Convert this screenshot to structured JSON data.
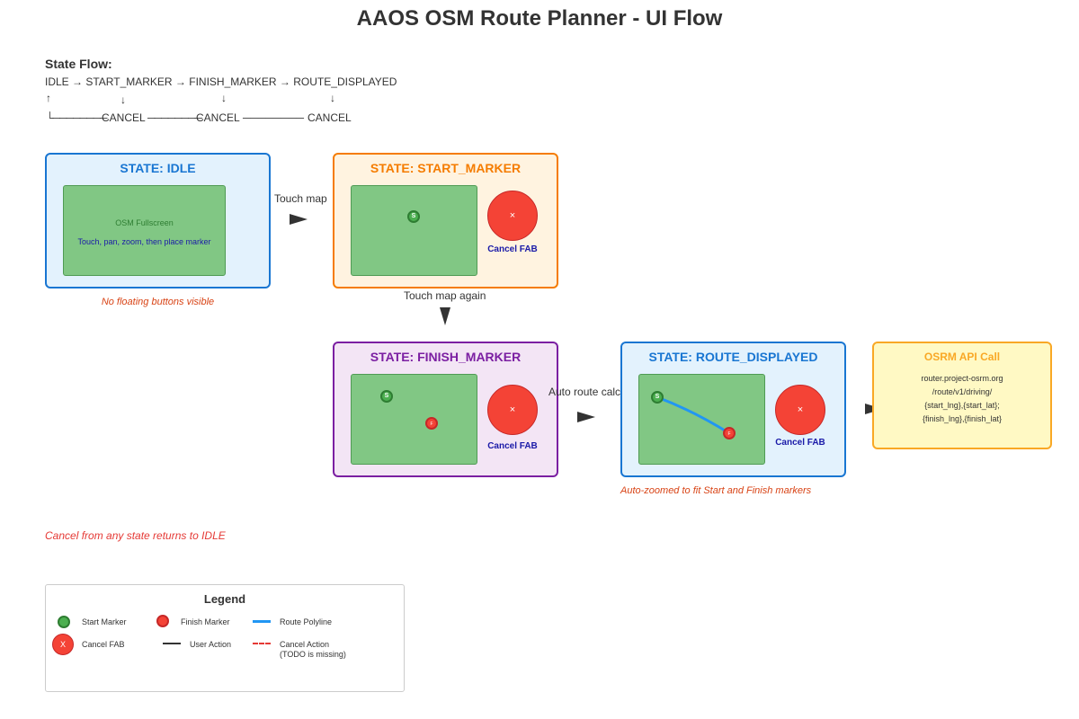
{
  "title": "AAOS OSM Route Planner - UI Flow",
  "state_flow": {
    "heading": "State Flow:",
    "sequence": "IDLE → START_MARKER → FINISH_MARKER → ROUTE_DISPLAYED",
    "up_arrow": "↑",
    "down_arrow": "↓",
    "cancel_row_prefix": "└────────",
    "cancel_label": "CANCEL",
    "cancel_sep_1": "────────",
    "cancel_sep_2": "────────"
  },
  "states": {
    "idle": {
      "title": "STATE: IDLE",
      "map_label": "OSM Fullscreen",
      "map_hint": "Touch, pan, zoom, then place marker",
      "note": "No floating buttons visible"
    },
    "start_marker": {
      "title": "STATE: START_MARKER",
      "marker_s": "S",
      "fab_symbol": "×",
      "fab_label": "Cancel FAB"
    },
    "finish_marker": {
      "title": "STATE: FINISH_MARKER",
      "marker_s": "S",
      "marker_f": "F",
      "fab_symbol": "×",
      "fab_label": "Cancel FAB"
    },
    "route_displayed": {
      "title": "STATE: ROUTE_DISPLAYED",
      "marker_s": "S",
      "marker_f": "F",
      "fab_symbol": "×",
      "fab_label": "Cancel FAB",
      "note": "Auto-zoomed to fit Start and Finish markers"
    }
  },
  "osrm": {
    "title": "OSRM API Call",
    "lines": [
      "router.project-osrm.org",
      "/route/v1/driving/",
      "{start_lng},{start_lat};",
      "{finish_lng},{finish_lat}"
    ]
  },
  "transitions": {
    "touch_map": "Touch map",
    "touch_map_again": "Touch map again",
    "auto_route": "Auto route calc"
  },
  "cancel_note": "Cancel from any state returns to IDLE",
  "legend": {
    "title": "Legend",
    "start_marker": "Start Marker",
    "finish_marker": "Finish Marker",
    "route_polyline": "Route Polyline",
    "cancel_fab": "Cancel FAB",
    "cancel_fab_symbol": "X",
    "user_action": "User Action",
    "cancel_action": "Cancel Action",
    "cancel_action_sub": "(TODO is missing)"
  },
  "colors": {
    "idle": "#1976d2",
    "start_marker": "#f57c00",
    "finish_marker": "#7b1fa2",
    "route_displayed": "#1976d2",
    "osrm": "#f9a825",
    "map_green": "#81c784",
    "fab_red": "#f44336",
    "route_blue": "#2196f3"
  }
}
